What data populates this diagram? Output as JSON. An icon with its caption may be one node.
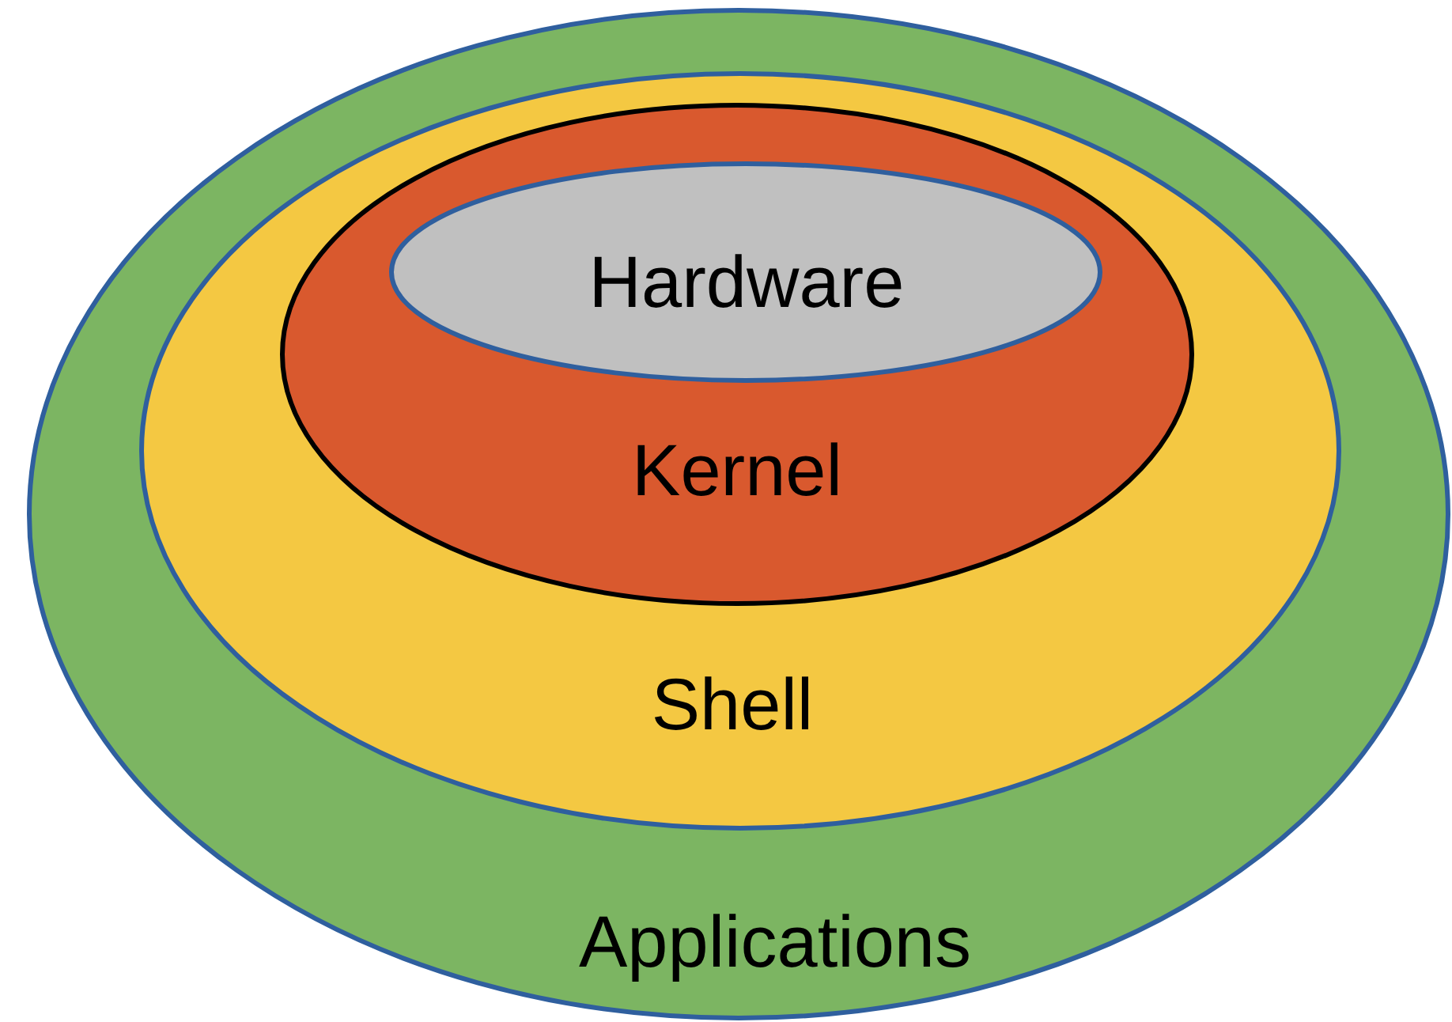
{
  "diagram": {
    "nodes": [
      {
        "text": [
          "Applications"
        ]
      },
      {
        "text": [
          "Shell"
        ],
        "in": 0
      },
      {
        "text": [
          "Kernel"
        ],
        "in": 1
      },
      {
        "text": [
          "Hardware"
        ],
        "in": 2
      }
    ]
  }
}
